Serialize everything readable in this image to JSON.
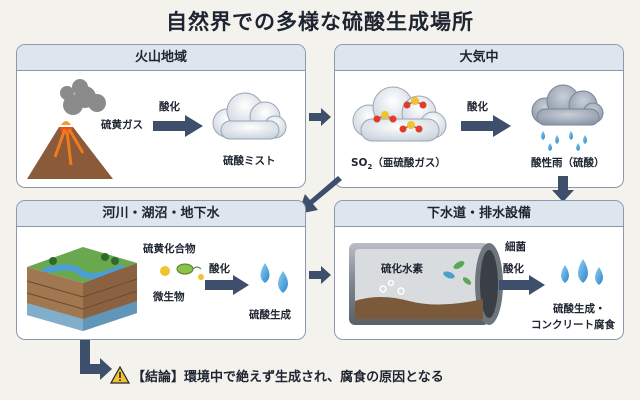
{
  "title": "自然界での多様な硫酸生成場所",
  "panels": {
    "volcano": {
      "title": "火山地域",
      "gas_label": "硫黄ガス",
      "arrow_label": "酸化",
      "product_label": "硫酸ミスト"
    },
    "atmosphere": {
      "title": "大気中",
      "so2_prefix": "SO",
      "so2_sub": "2",
      "so2_suffix": "（亜硫酸ガス）",
      "arrow_label": "酸化",
      "product_label": "酸性雨（硫酸）"
    },
    "rivers": {
      "title": "河川・湖沼・地下水",
      "compound_label": "硫黄化合物",
      "microbe_label": "微生物",
      "arrow_label": "酸化",
      "product_label": "硫酸生成"
    },
    "sewer": {
      "title": "下水道・排水設備",
      "gas_label": "硫化水素",
      "bacteria_label": "細菌",
      "arrow_label": "酸化",
      "product_label_1": "硫酸生成・",
      "product_label_2": "コンクリート腐食"
    }
  },
  "conclusion": "【結論】環境中で絶えず生成され、腐食の原因となる",
  "colors": {
    "arrow": "#3d4f6a",
    "panel_header": "#dde5ef",
    "droplet": "#4a9fd8",
    "warning": "#f2c230"
  }
}
